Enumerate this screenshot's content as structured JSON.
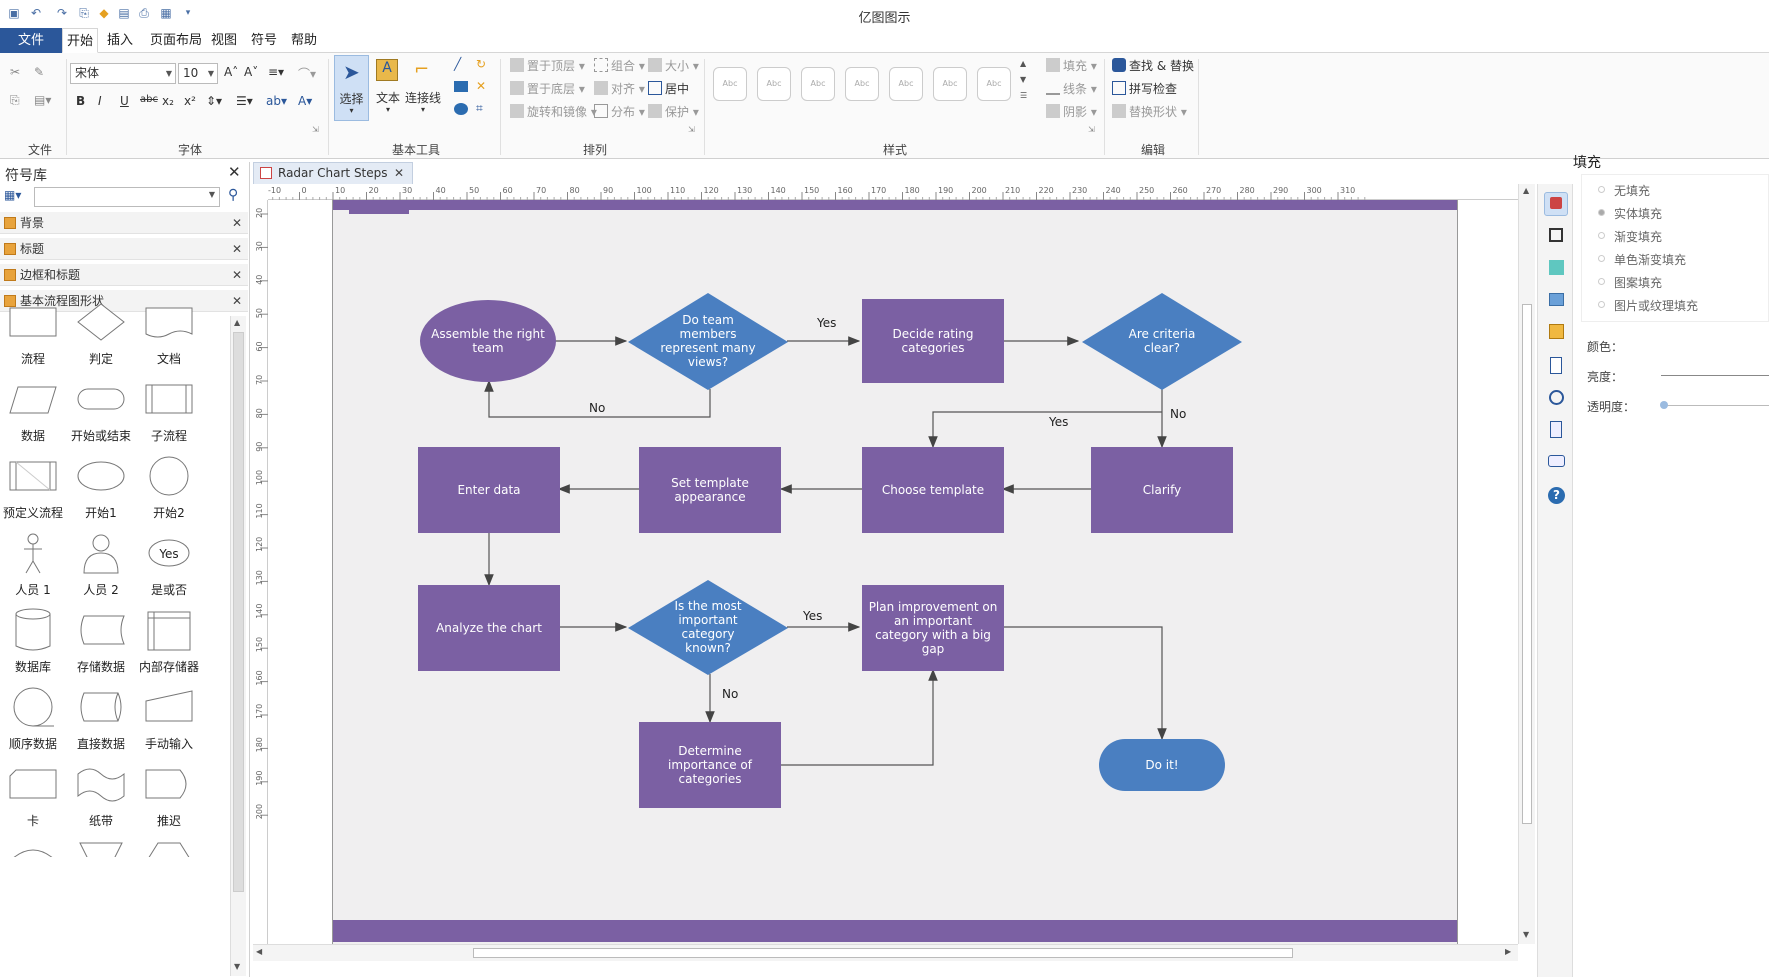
{
  "window": {
    "title": "亿图图示"
  },
  "menu": {
    "items": [
      "文件",
      "开始",
      "插入",
      "页面布局",
      "视图",
      "符号",
      "帮助"
    ]
  },
  "ribbon": {
    "groups": {
      "file": "文件",
      "font": "字体",
      "tools": "基本工具",
      "arrange": "排列",
      "style": "样式",
      "edit": "编辑"
    },
    "font_name": "宋体",
    "font_size": "10",
    "tools": {
      "select": "选择",
      "text": "文本",
      "connector": "连接线"
    },
    "arrange": {
      "bring_front": "置于顶层",
      "send_back": "置于底层",
      "rotate": "旋转和镜像",
      "group": "组合",
      "align": "对齐",
      "distribute": "分布",
      "size": "大小",
      "center": "居中",
      "protect": "保护"
    },
    "style_items": {
      "fill": "填充",
      "line": "线条",
      "shadow": "阴影"
    },
    "style_swatch": "Abc",
    "edit": {
      "find": "查找 & 替换",
      "spell": "拼写检查",
      "replace": "替换形状"
    }
  },
  "library": {
    "title": "符号库",
    "categories": [
      "背景",
      "标题",
      "边框和标题",
      "基本流程图形状"
    ],
    "shapes": [
      "流程",
      "判定",
      "文档",
      "数据",
      "开始或结束",
      "子流程",
      "预定义流程",
      "开始1",
      "开始2",
      "人员 1",
      "人员 2",
      "是或否",
      "数据库",
      "存储数据",
      "内部存储器",
      "顺序数据",
      "直接数据",
      "手动输入",
      "卡",
      "纸带",
      "推迟"
    ],
    "yes_label": "Yes"
  },
  "document": {
    "tab": "Radar Chart Steps"
  },
  "ruler": {
    "h": [
      "0",
      "-10",
      "0",
      "10",
      "20",
      "30",
      "40",
      "50",
      "60",
      "70",
      "80",
      "90",
      "100",
      "110",
      "120",
      "130",
      "140",
      "150",
      "160",
      "170",
      "180",
      "190",
      "200",
      "210",
      "220",
      "230",
      "240",
      "250",
      "260",
      "270",
      "280",
      "290",
      "300",
      "310"
    ],
    "v": [
      "20",
      "30",
      "40",
      "50",
      "60",
      "70",
      "80",
      "90",
      "100",
      "110",
      "120",
      "130",
      "140",
      "150",
      "160",
      "170",
      "180",
      "190",
      "200"
    ]
  },
  "flow": {
    "assemble": "Assemble the right team",
    "do_team": "Do team members represent many views?",
    "decide": "Decide rating categories",
    "criteria": "Are criteria clear?",
    "enter": "Enter data",
    "appearance": "Set template appearance",
    "choose": "Choose template",
    "clarify": "Clarify",
    "analyze": "Analyze the chart",
    "most_important": "Is the most important category known?",
    "plan": "Plan improvement on an important category with a big gap",
    "determine": "Determine importance of categories",
    "doit": "Do it!",
    "yes": "Yes",
    "no": "No",
    "colors": {
      "purple": "#7b60a3",
      "blue": "#4a7fc1"
    }
  },
  "fill_panel": {
    "title": "填充",
    "options": [
      "无填充",
      "实体填充",
      "渐变填充",
      "单色渐变填充",
      "图案填充",
      "图片或纹理填充"
    ],
    "color": "颜色：",
    "brightness": "亮度：",
    "transparency": "透明度："
  }
}
